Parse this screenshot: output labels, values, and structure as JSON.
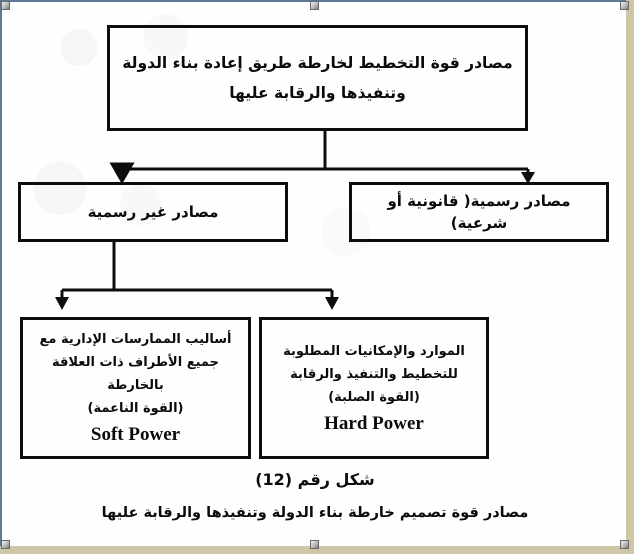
{
  "document": {
    "type": "scanned-figure",
    "selected": true,
    "selection_outline_color": "#5c7999",
    "page_margin_color": "#cfc6a8",
    "ink_color": "#0d0d0d",
    "paper_color": "#fefefe"
  },
  "diagram": {
    "root": {
      "id": "box-top",
      "text": "مصادر قوة التخطيط لخارطة طريق إعادة بناء الدولة وتنفيذها والرقابة عليها",
      "line1": "مصادر قوة التخطيط لخارطة طريق إعادة بناء الدولة",
      "line2": "وتنفيذها والرقابة عليها"
    },
    "level2": [
      {
        "id": "box-informal",
        "text": "مصادر غير رسمية"
      },
      {
        "id": "box-formal",
        "text": "مصادر رسمية( قانونية أو شرعية)"
      }
    ],
    "level3": [
      {
        "id": "box-soft",
        "line1": "أساليب الممارسات الإدارية مع",
        "line2": "جميع الأطراف ذات العلاقة بالخارطة",
        "line3": "(القوة الناعمة)",
        "english": "Soft Power"
      },
      {
        "id": "box-hard",
        "line1": "الموارد والإمكانيات المطلوبة",
        "line2": "للتخطيط والتنفيذ والرقابة",
        "line3": "(القوة الصلبة)",
        "english": "Hard Power"
      }
    ]
  },
  "caption": {
    "figure_number": "شكل رقم (12)",
    "figure_title": "مصادر قوة تصميم خارطة بناء الدولة وتنفيذها والرقابة عليها"
  }
}
